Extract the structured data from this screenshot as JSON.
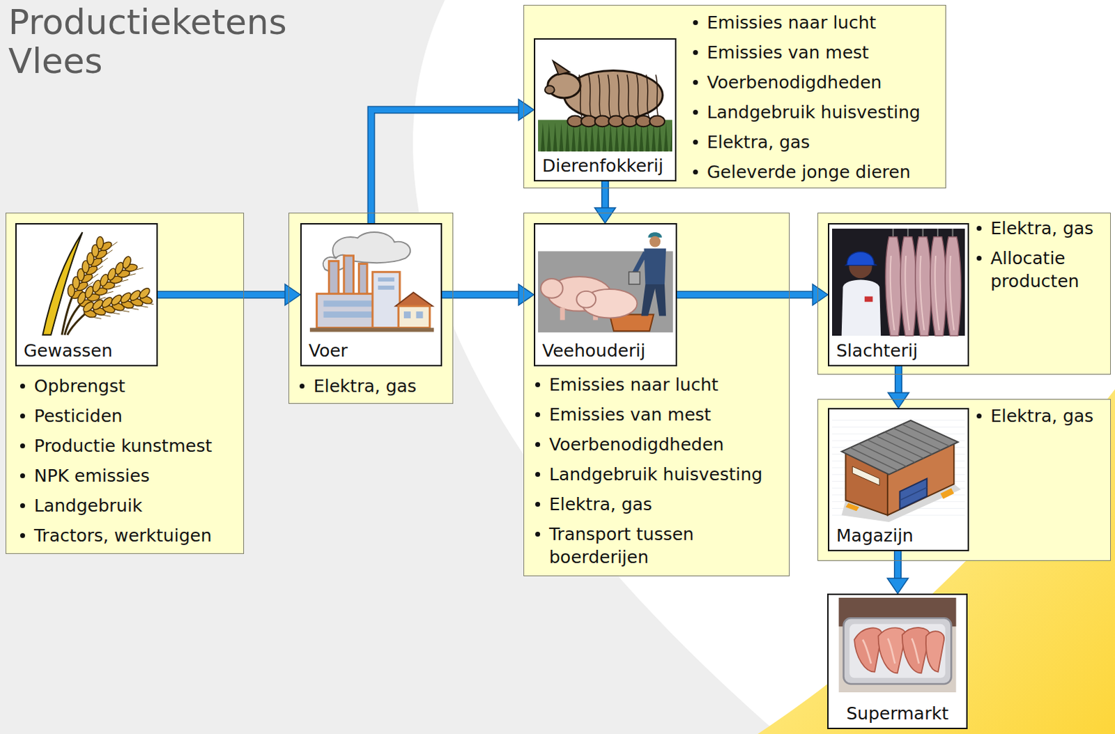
{
  "diagram": {
    "title": "Productieketens Vlees",
    "nodes": [
      {
        "text": [
          "Opbrengst",
          "Pesticiden",
          "Productie kunstmest",
          "NPK emissies",
          "Landgebruik",
          "Tractors, werktuigen"
        ]
      },
      {
        "text": [
          "Gewassen"
        ],
        "in": 0
      },
      {
        "text": [
          "Elektra, gas"
        ]
      },
      {
        "text": [
          "Voer"
        ],
        "in": 2
      },
      {
        "text": [
          "Emissies naar lucht",
          "Emissies van mest",
          "Voerbenodigdheden",
          "Landgebruik huisvesting",
          "Elektra, gas",
          "Geleverde jonge dieren"
        ]
      },
      {
        "text": [
          "Dierenfokkerij"
        ],
        "in": 4
      },
      {
        "text": [
          "Emissies naar lucht",
          "Emissies van mest",
          "Voerbenodigdheden",
          "Landgebruik huisvesting",
          "Elektra, gas",
          "Transport tussen boerderijen"
        ]
      },
      {
        "text": [
          "Veehouderij"
        ],
        "in": 6
      },
      {
        "text": [
          "Elektra, gas",
          "Allocatie producten"
        ]
      },
      {
        "text": [
          "Slachterij"
        ],
        "in": 8
      },
      {
        "text": [
          "Elektra, gas"
        ]
      },
      {
        "text": [
          "Magazijn"
        ],
        "in": 10
      },
      {
        "text": [
          "Supermarkt"
        ]
      }
    ],
    "edges": [
      {
        "from": 1,
        "to": 3,
        "arrow": "to"
      },
      {
        "from": 3,
        "to": 5,
        "arrow": "to"
      },
      {
        "from": 3,
        "to": 7,
        "arrow": "to"
      },
      {
        "from": 5,
        "to": 7,
        "arrow": "to"
      },
      {
        "from": 7,
        "to": 9,
        "arrow": "to"
      },
      {
        "from": 9,
        "to": 11,
        "arrow": "to"
      },
      {
        "from": 11,
        "to": 12,
        "arrow": "to"
      }
    ]
  }
}
